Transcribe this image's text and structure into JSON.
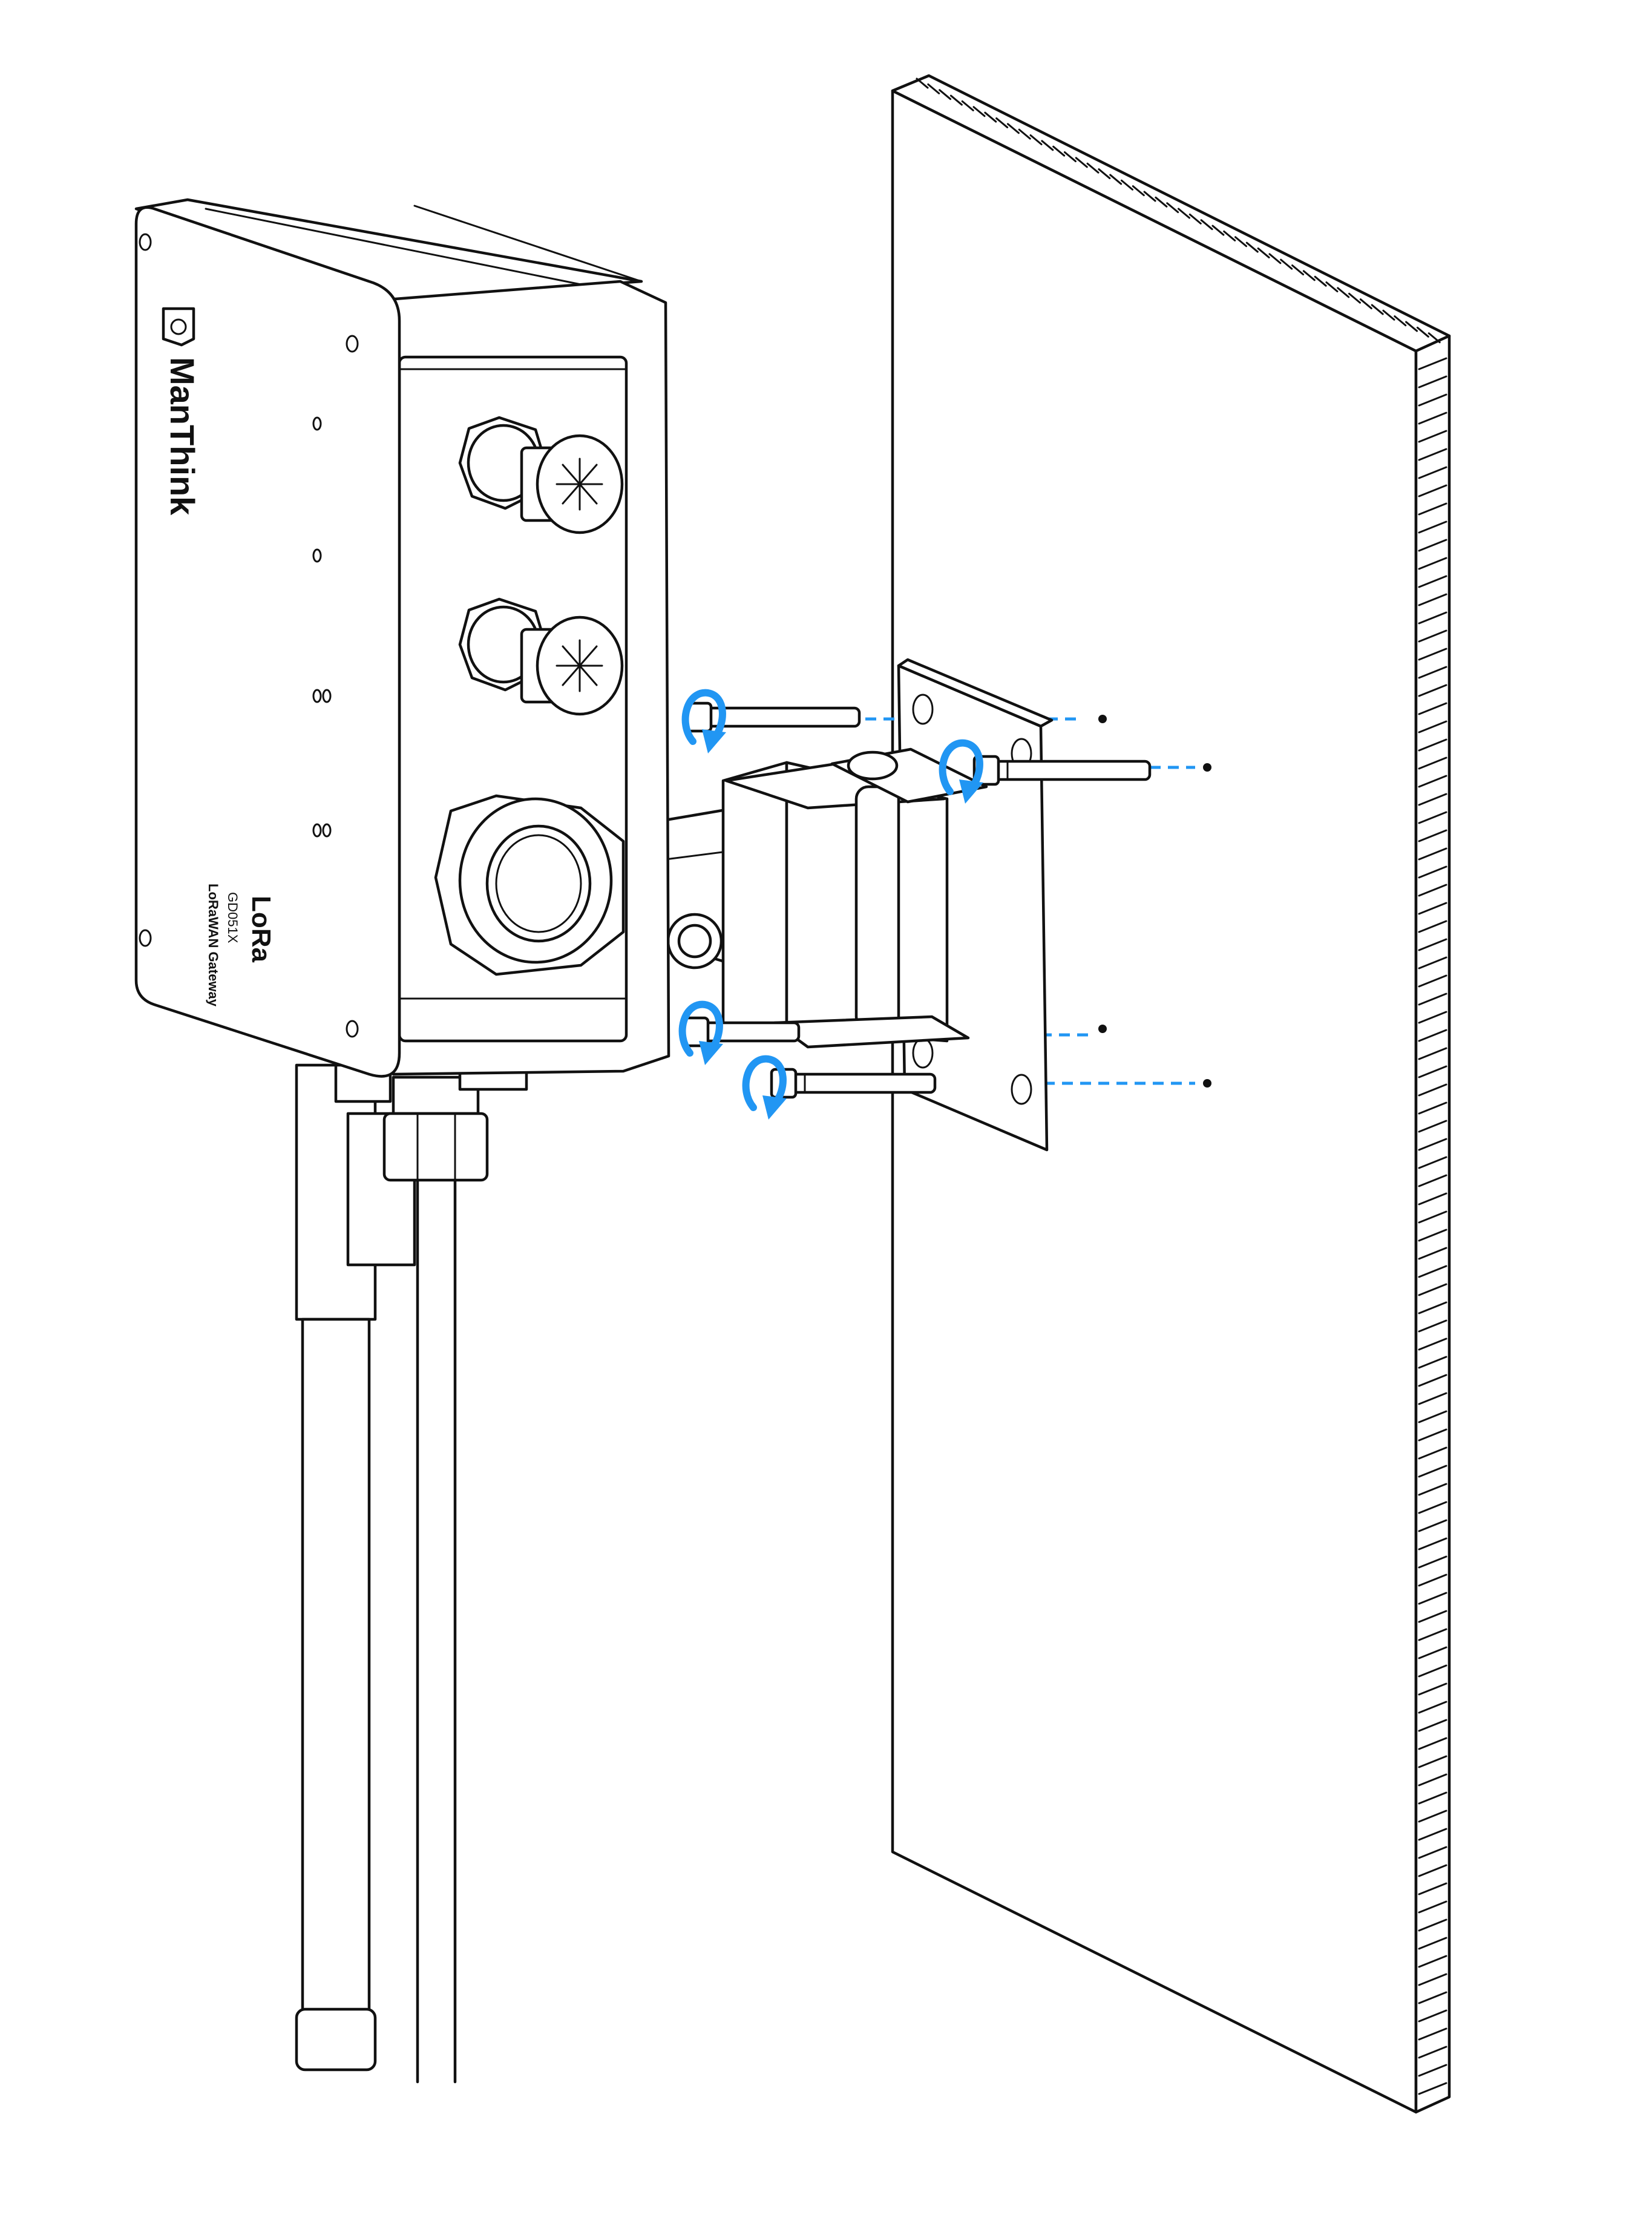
{
  "device": {
    "brand": "ManThink",
    "product_line": "LoRaWAN Gateway",
    "model": "GD051X",
    "lora_logo": "LoRa"
  },
  "colors": {
    "line": "#111111",
    "background": "#ffffff",
    "accent_arrow": "#2196f3",
    "guide_dash": "#2196f3"
  },
  "icons": {
    "rotation_arrow": "curved-arrow-icon",
    "brand_mark": "manthink-logo-icon"
  }
}
